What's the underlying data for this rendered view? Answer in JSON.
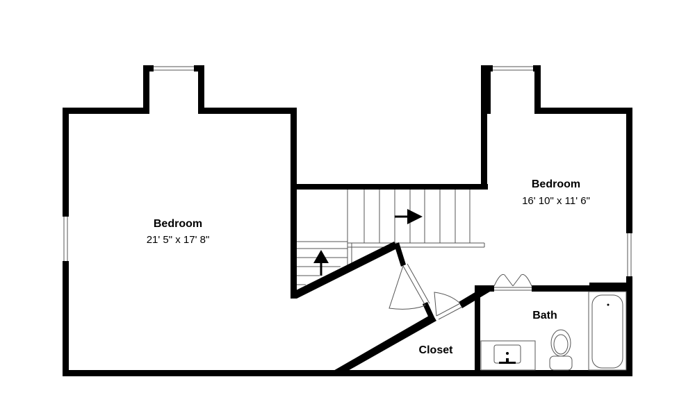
{
  "plan": {
    "rooms": [
      {
        "id": "bedroom-left",
        "name": "Bedroom",
        "dimensions": "21' 5\" x 17' 8\""
      },
      {
        "id": "bedroom-right",
        "name": "Bedroom",
        "dimensions": "16' 10\" x 11' 6\""
      },
      {
        "id": "bath",
        "name": "Bath"
      },
      {
        "id": "closet",
        "name": "Closet"
      }
    ],
    "colors": {
      "wall": "#000000",
      "background": "#ffffff",
      "fixture": "#555555"
    }
  }
}
